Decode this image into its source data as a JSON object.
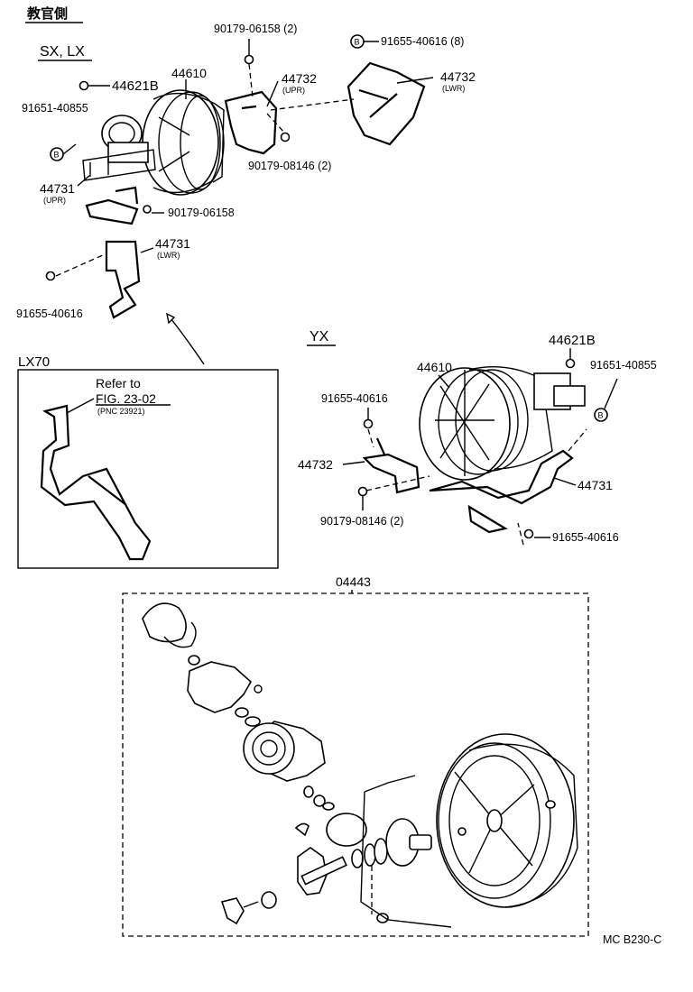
{
  "header": {
    "title": "教官側"
  },
  "sections": {
    "sx_lx": "SX, LX",
    "lx70": "LX70",
    "yx": "YX",
    "kit": "04443"
  },
  "sx_lx_parts": {
    "p44610": "44610",
    "p44621b": "44621B",
    "p91651": "91651-40855",
    "b_marker": "B",
    "p44731_upr": "44731",
    "p44731_upr_sub": "(UPR)",
    "p90179_06158_top": "90179-06158 (2)",
    "p44732_upr": "44732",
    "p44732_upr_sub": "(UPR)",
    "p90179_08146": "90179-08146 (2)",
    "p90179_06158": "90179-06158",
    "p44731_lwr": "44731",
    "p44731_lwr_sub": "(LWR)",
    "p91655_lower": "91655-40616",
    "p91655_top": "91655-40616 (8)",
    "b_marker_top": "B",
    "p44732_lwr": "44732",
    "p44732_lwr_sub": "(LWR)"
  },
  "lx70_box": {
    "refer": "Refer to",
    "fig": "FIG. 23-02",
    "pnc": "(PNC 23921)"
  },
  "yx_parts": {
    "p44621b": "44621B",
    "p44610": "44610",
    "p91651": "91651-40855",
    "b_marker": "B",
    "p91655_a": "91655-40616",
    "p44732": "44732",
    "p44731": "44731",
    "p90179": "90179-08146 (2)",
    "p91655_b": "91655-40616"
  },
  "footer": {
    "code": "MC  B230-C"
  }
}
